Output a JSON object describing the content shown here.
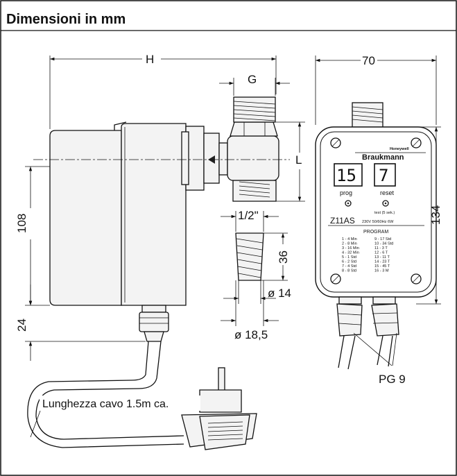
{
  "title": "Dimensioni in mm",
  "dimensions": {
    "H": "H",
    "G": "G",
    "L": "L",
    "width": "70",
    "height_left": "108",
    "height_right": "134",
    "bottom": "24",
    "thread": "1/2\"",
    "tail_length": "36",
    "diam_inner": "ø 14",
    "diam_outer": "ø 18,5",
    "gland": "PG 9"
  },
  "cable_label": "Lunghezza cavo 1.5m ca.",
  "device": {
    "brand_small": "Honeywell",
    "brand": "Braukmann",
    "display_left": "15",
    "display_right": "7",
    "prog_label": "prog",
    "reset_label": "reset",
    "test_label": "test (5 sek.)",
    "model": "Z11AS",
    "specs": "230V  50/60Hz  6W",
    "program_title": "PROGRAM",
    "program_left": [
      "1 -  4 Min",
      "2 -  8 Min",
      "3 - 16 Min",
      "4 - 32 Min",
      "5 -  1 Std",
      "6 -  2 Std",
      "7 -  4 Std",
      "8 -  8 Std"
    ],
    "program_right": [
      "9 - 17 Std",
      "10 - 34 Std",
      "11 -  3 T",
      "12 -  6 T",
      "13 - 11 T",
      "14 - 23 T",
      "15 - 45 T",
      "16 -  3 M"
    ]
  }
}
